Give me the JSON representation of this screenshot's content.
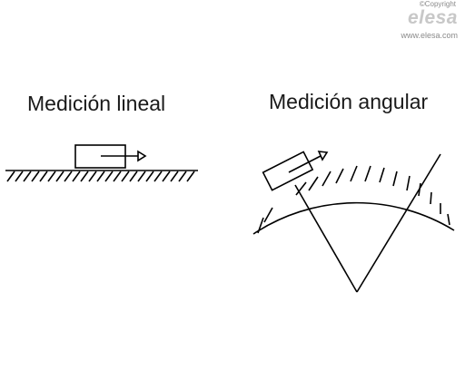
{
  "watermark": {
    "copyright": "©Copyright",
    "logo": "elesa",
    "url": "www.elesa.com"
  },
  "diagrams": {
    "linear": {
      "title": "Medición lineal"
    },
    "angular": {
      "title": "Medición angular"
    }
  },
  "colors": {
    "line": "#000000",
    "watermark": "#c8c8c8"
  }
}
